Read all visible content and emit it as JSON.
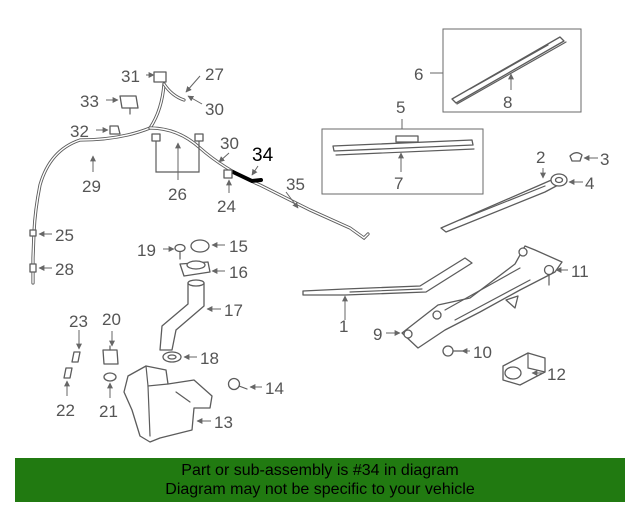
{
  "diagram": {
    "highlighted_callout": "34",
    "callouts": {
      "c1": "1",
      "c2": "2",
      "c3": "3",
      "c4": "4",
      "c5": "5",
      "c6": "6",
      "c7": "7",
      "c8": "8",
      "c9": "9",
      "c10": "10",
      "c11": "11",
      "c12": "12",
      "c13": "13",
      "c14": "14",
      "c15": "15",
      "c16": "16",
      "c17": "17",
      "c18": "18",
      "c19": "19",
      "c20": "20",
      "c21": "21",
      "c22": "22",
      "c23": "23",
      "c24": "24",
      "c25": "25",
      "c26": "26",
      "c27": "27",
      "c28": "28",
      "c29": "29",
      "c30a": "30",
      "c30b": "30",
      "c31": "31",
      "c32": "32",
      "c33": "33",
      "c34": "34",
      "c35": "35"
    }
  },
  "banner": {
    "line1": "Part or sub-assembly is #34 in diagram",
    "line2": "Diagram may not be specific to your vehicle",
    "background_color": "#217a11"
  }
}
